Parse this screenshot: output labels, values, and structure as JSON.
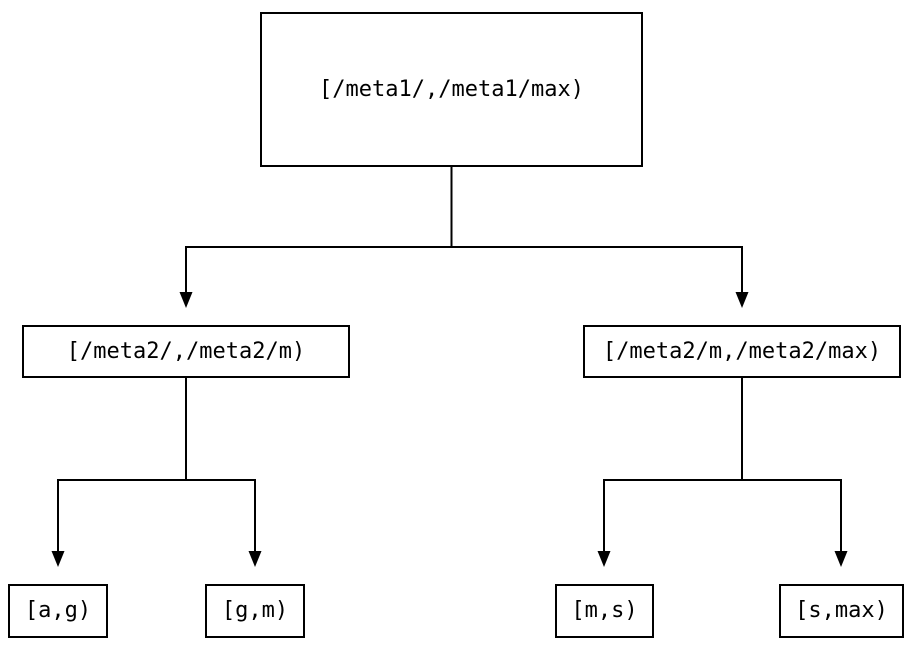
{
  "diagram": {
    "type": "tree",
    "background_color": "#ffffff",
    "line_color": "#000000",
    "nodes": {
      "root": {
        "label": "[/meta1/,/meta1/max)"
      },
      "meta2_lo": {
        "label": "[/meta2/,/meta2/m)"
      },
      "meta2_hi": {
        "label": "[/meta2/m,/meta2/max)"
      },
      "leaf_ag": {
        "label": "[a,g)"
      },
      "leaf_gm": {
        "label": "[g,m)"
      },
      "leaf_ms": {
        "label": "[m,s)"
      },
      "leaf_smax": {
        "label": "[s,max)"
      }
    },
    "edges": [
      {
        "from": "root",
        "to": "meta2_lo"
      },
      {
        "from": "root",
        "to": "meta2_hi"
      },
      {
        "from": "meta2_lo",
        "to": "leaf_ag"
      },
      {
        "from": "meta2_lo",
        "to": "leaf_gm"
      },
      {
        "from": "meta2_hi",
        "to": "leaf_ms"
      },
      {
        "from": "meta2_hi",
        "to": "leaf_smax"
      }
    ]
  }
}
